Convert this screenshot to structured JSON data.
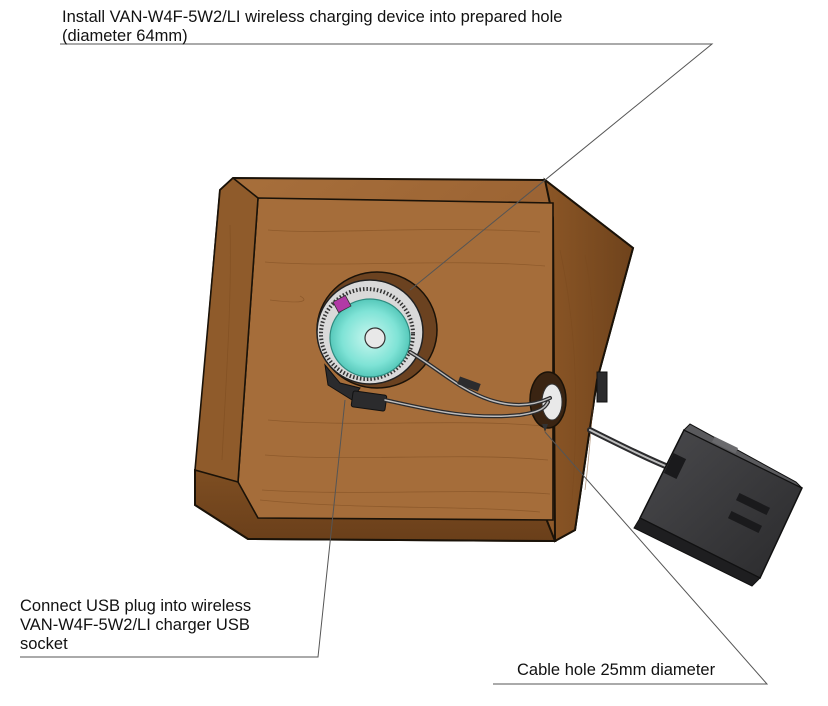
{
  "annotations": {
    "install_device": {
      "line1": "Install VAN-W4F-5W2/LI wireless charging device into prepared hole",
      "line2": "(diameter 64mm)"
    },
    "usb_connection": {
      "line1": "Connect USB plug into wireless",
      "line2": "VAN-W4F-5W2/LI charger USB",
      "line3": "socket"
    },
    "cable_hole": {
      "text": "Cable hole 25mm diameter"
    }
  },
  "colors": {
    "wood_top": "#9a6433",
    "wood_inner": "#a16b38",
    "wood_right": "#8a5626",
    "wood_bottom": "#7a4a20",
    "charger_glow": "#7fe3d6",
    "adapter": "#3a3a3c",
    "leader_line": "#555555"
  }
}
